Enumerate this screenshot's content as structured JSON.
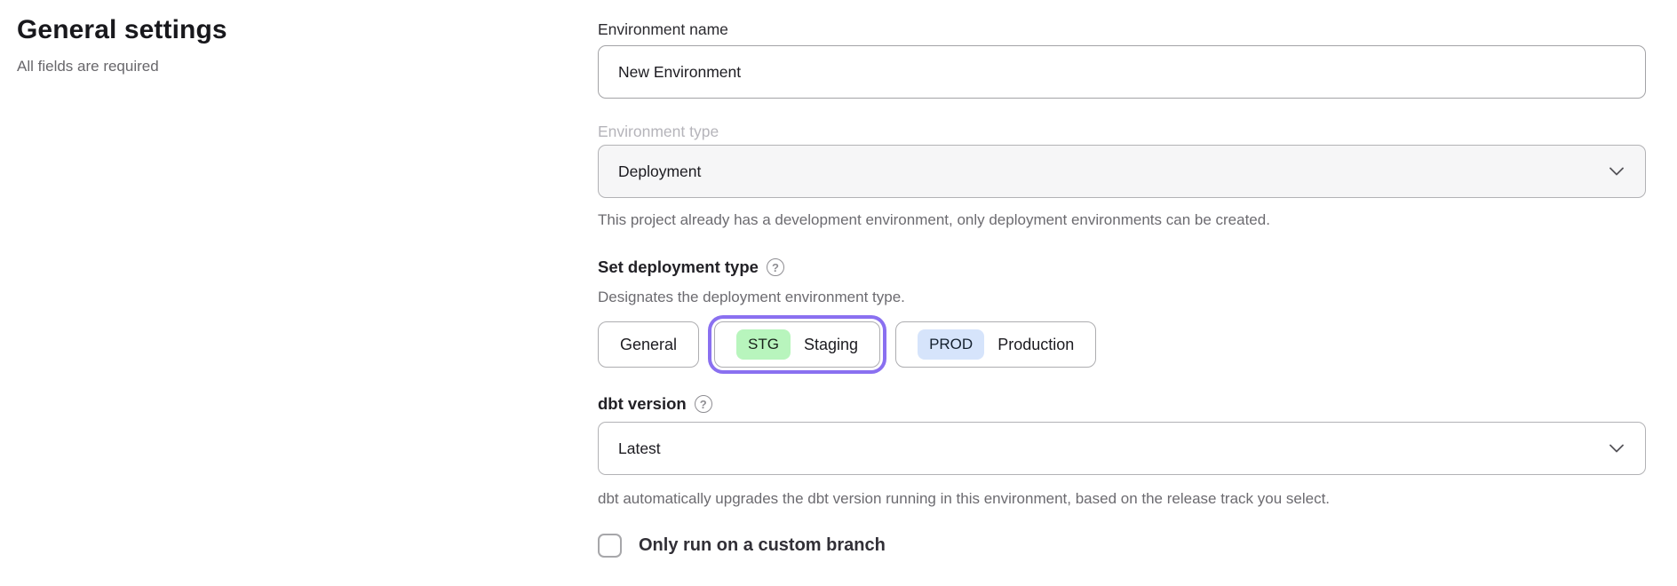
{
  "page": {
    "title": "General settings",
    "subtitle": "All fields are required"
  },
  "form": {
    "environment_name": {
      "label": "Environment name",
      "value": "New Environment"
    },
    "environment_type": {
      "label": "Environment type",
      "value": "Deployment",
      "disabled": true,
      "helper": "This project already has a development environment, only deployment environments can be created."
    },
    "deployment_type": {
      "label": "Set deployment type",
      "help_icon": "?",
      "description": "Designates the deployment environment type.",
      "options": [
        {
          "label": "General",
          "badge": "",
          "selected": false
        },
        {
          "label": "Staging",
          "badge": "STG",
          "badge_color": "#b8f5bd",
          "selected": true
        },
        {
          "label": "Production",
          "badge": "PROD",
          "badge_color": "#d6e4fb",
          "selected": false
        }
      ]
    },
    "dbt_version": {
      "label": "dbt version",
      "help_icon": "?",
      "value": "Latest",
      "helper": "dbt automatically upgrades the dbt version running in this environment, based on the release track you select."
    },
    "custom_branch": {
      "label": "Only run on a custom branch",
      "checked": false
    }
  },
  "colors": {
    "accent_purple": "#8a70f0",
    "staging_badge_green": "#b8f5bd",
    "production_badge_blue": "#d6e4fb",
    "disabled_field_bg": "#f6f6f7",
    "helper_text": "#6c6b70"
  }
}
